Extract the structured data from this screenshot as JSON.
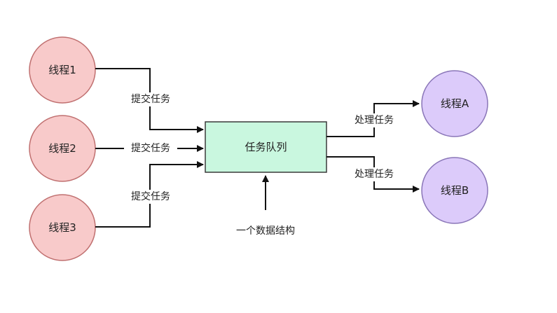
{
  "nodes": {
    "thread_1": {
      "label": "线程1"
    },
    "thread_2": {
      "label": "线程2"
    },
    "thread_3": {
      "label": "线程3"
    },
    "queue": {
      "label": "任务队列"
    },
    "thread_a": {
      "label": "线程A"
    },
    "thread_b": {
      "label": "线程B"
    }
  },
  "edges": {
    "submit_1": {
      "label": "提交任务"
    },
    "submit_2": {
      "label": "提交任务"
    },
    "submit_3": {
      "label": "提交任务"
    },
    "process_a": {
      "label": "处理任务"
    },
    "process_b": {
      "label": "处理任务"
    }
  },
  "annotation": {
    "label": "一个数据结构"
  },
  "colors": {
    "producer_fill": "#f8caca",
    "producer_stroke": "#c07070",
    "queue_fill": "#c9f7df",
    "queue_stroke": "#3a3a3a",
    "consumer_fill": "#dccbfa",
    "consumer_stroke": "#8a76b8",
    "line": "#111111"
  }
}
